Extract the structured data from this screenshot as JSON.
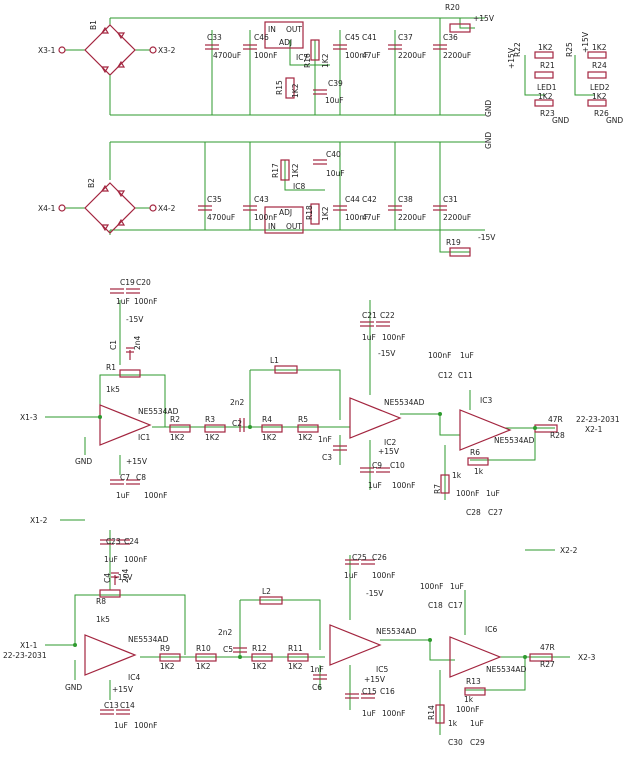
{
  "colors": {
    "wire": "#2e9a2e",
    "part": "#a3253f",
    "text": "#222222"
  },
  "supply": {
    "plus": {
      "terminals": [
        "X3-1",
        "X3-2"
      ],
      "bridge": "B1",
      "caps": [
        "C33",
        "C46",
        "C45",
        "C41",
        "C37",
        "C36",
        "C39"
      ],
      "values": [
        "4700uF",
        "100nF",
        "100nF",
        "47uF",
        "2200uF",
        "2200uF",
        "10uF"
      ],
      "resistors": [
        "R16",
        "R15",
        "R20"
      ],
      "rvals": [
        "1K2",
        "1K2"
      ],
      "reg": "IC7",
      "reg_pins": [
        "IN",
        "OUT",
        "ADJ"
      ],
      "rail": "+15V",
      "gnd": "GND"
    },
    "minus": {
      "terminals": [
        "X4-1",
        "X4-2"
      ],
      "bridge": "B2",
      "caps": [
        "C35",
        "C43",
        "C44",
        "C42",
        "C38",
        "C31",
        "C40"
      ],
      "values": [
        "4700uF",
        "100nF",
        "100nF",
        "47uF",
        "2200uF",
        "2200uF",
        "10uF"
      ],
      "resistors": [
        "R17",
        "R18",
        "R19"
      ],
      "rvals": [
        "1K2",
        "1K2"
      ],
      "reg": "IC8",
      "reg_pins": [
        "ADJ",
        "IN",
        "OUT"
      ],
      "rail": "-15V",
      "gnd": "GND"
    }
  },
  "leds": [
    {
      "rail": "+15V",
      "r_top": "R22",
      "r_mid": "R21",
      "r_bot": "R23",
      "led": "LED1",
      "val": "1K2",
      "gnd": "GND"
    },
    {
      "rail": "+15V",
      "r_top": "R25",
      "r_mid": "R24",
      "r_bot": "R26",
      "led": "LED2",
      "val": "1K2",
      "gnd": "GND"
    }
  ],
  "channels": [
    {
      "input": "X1-3",
      "in_gnd": "GND",
      "amp1": {
        "ic": "IC1",
        "part": "NE5534AD",
        "fb_r": "R1",
        "fb_rv": "1k5",
        "fb_c": "C1",
        "fb_cv": "2n4"
      },
      "dec1": {
        "top": [
          "C19",
          "C20"
        ],
        "bot": [
          "C7",
          "C8"
        ],
        "vals": [
          "1uF",
          "100nF"
        ],
        "rails": [
          "-15V",
          "+15V"
        ]
      },
      "chain": {
        "res": [
          "R2",
          "R3",
          "R4",
          "R5"
        ],
        "rv": "1K2",
        "caps": [
          "C2",
          "C3"
        ],
        "cvals": [
          "2n2",
          "1nF"
        ],
        "ind": "L1"
      },
      "amp2": {
        "ic": "IC2",
        "part": "NE5534AD",
        "rails": [
          "-15V",
          "+15V"
        ]
      },
      "dec2": {
        "top": [
          "C21",
          "C22"
        ],
        "bot": [
          "C9",
          "C10"
        ],
        "vals": [
          "1uF",
          "100nF"
        ]
      },
      "amp3": {
        "ic": "IC3",
        "part": "NE5534AD",
        "fb": "R6",
        "fbv": "1k",
        "gnd_r": "R7",
        "gnd_rv": "1k",
        "caps": [
          "C12",
          "C11",
          "C28",
          "C27"
        ],
        "cvals": [
          "100nF",
          "1uF"
        ]
      },
      "output_r": "R28",
      "output_rv": "47R",
      "output": "X2-1",
      "code": "22-23-2031"
    },
    {
      "input": "X1-1",
      "in_gnd": "GND",
      "code": "22-23-2031",
      "amp1": {
        "ic": "IC4",
        "part": "NE5534AD",
        "fb_r": "R8",
        "fb_rv": "1k5",
        "fb_c": "C4",
        "fb_cv": "2n4"
      },
      "dec1": {
        "top": [
          "C23",
          "C24"
        ],
        "bot": [
          "C13",
          "C14"
        ],
        "vals": [
          "1uF",
          "100nF"
        ],
        "rails": [
          "-15V",
          "+15V"
        ]
      },
      "chain": {
        "res": [
          "R9",
          "R10",
          "R12",
          "R11"
        ],
        "rv": "1K2",
        "caps": [
          "C5",
          "C6"
        ],
        "cvals": [
          "2n2",
          "1nF"
        ],
        "ind": "L2"
      },
      "amp2": {
        "ic": "IC5",
        "part": "NE5534AD",
        "rails": [
          "-15V",
          "+15V"
        ]
      },
      "dec2": {
        "top": [
          "C25",
          "C26"
        ],
        "bot": [
          "C15",
          "C16"
        ],
        "vals": [
          "1uF",
          "100nF"
        ]
      },
      "amp3": {
        "ic": "IC6",
        "part": "NE5534AD",
        "fb": "R13",
        "fbv": "1k",
        "gnd_r": "R14",
        "gnd_rv": "1k",
        "caps": [
          "C18",
          "C17",
          "C30",
          "C29"
        ],
        "cvals": [
          "100nF",
          "1uF"
        ]
      },
      "output_r": "R27",
      "output_rv": "47R",
      "output": "X2-3"
    }
  ],
  "spare": [
    "X1-2",
    "X2-2"
  ]
}
